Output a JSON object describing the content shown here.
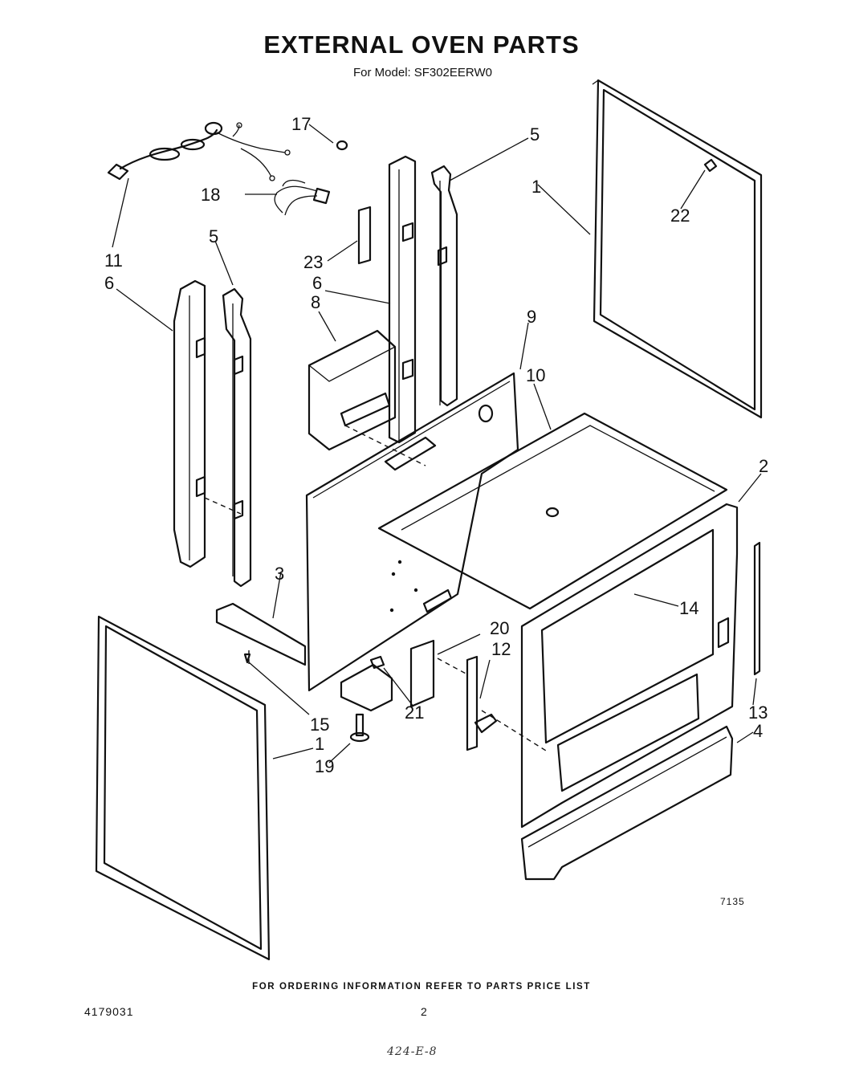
{
  "header": {
    "title": "EXTERNAL OVEN PARTS",
    "model_prefix": "For Model:",
    "model": "SF302EERW0"
  },
  "callouts": [
    "1",
    "1",
    "2",
    "3",
    "4",
    "5",
    "5",
    "6",
    "6",
    "8",
    "9",
    "10",
    "11",
    "12",
    "13",
    "14",
    "15",
    "17",
    "18",
    "19",
    "20",
    "21",
    "22",
    "23"
  ],
  "figure_number": "7135",
  "footer": {
    "ordering_note": "FOR ORDERING INFORMATION REFER TO PARTS PRICE LIST",
    "document_number": "4179031",
    "page_number": "2",
    "handwritten_note": "424-E-8"
  }
}
